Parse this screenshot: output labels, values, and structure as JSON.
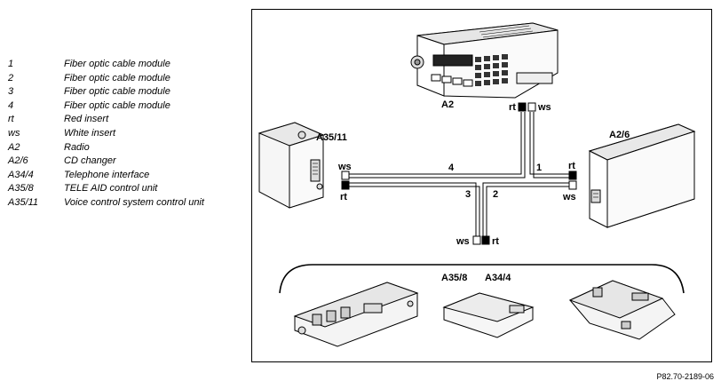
{
  "legend": [
    {
      "key": "1",
      "desc": "Fiber optic cable module"
    },
    {
      "key": "2",
      "desc": "Fiber optic cable module"
    },
    {
      "key": "3",
      "desc": "Fiber optic cable module"
    },
    {
      "key": "4",
      "desc": "Fiber optic cable module"
    },
    {
      "key": "rt",
      "desc": "Red insert"
    },
    {
      "key": "ws",
      "desc": "White insert"
    },
    {
      "key": "A2",
      "desc": "Radio"
    },
    {
      "key": "A2/6",
      "desc": "CD changer"
    },
    {
      "key": "A34/4",
      "desc": "Telephone interface"
    },
    {
      "key": "A35/8",
      "desc": "TELE AID control unit"
    },
    {
      "key": "A35/11",
      "desc": "Voice control system control unit"
    }
  ],
  "diagram": {
    "components": {
      "radio": "A2",
      "cd_changer": "A2/6",
      "voice_control": "A35/11",
      "tele_aid": "A35/8",
      "telephone": "A34/4"
    },
    "cables": {
      "c1": "1",
      "c2": "2",
      "c3": "3",
      "c4": "4"
    },
    "inserts": {
      "red": "rt",
      "white": "ws"
    }
  },
  "reference": "P82.70-2189-06"
}
